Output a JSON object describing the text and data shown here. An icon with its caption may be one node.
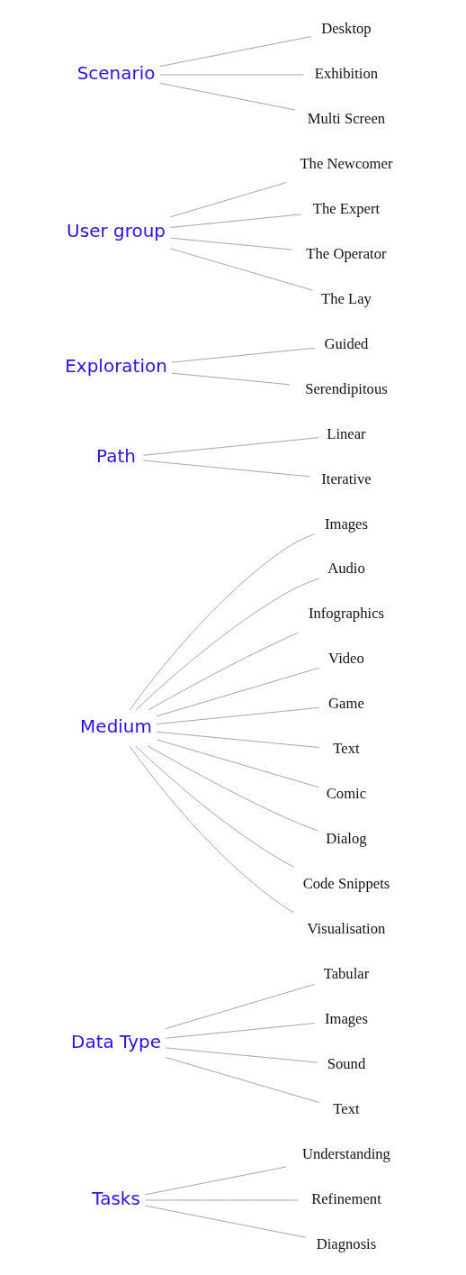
{
  "diagram": {
    "nodes": [
      {
        "text": [
          "Tasks"
        ]
      },
      {
        "text": [
          "Understanding"
        ]
      },
      {
        "text": [
          "Refinement"
        ]
      },
      {
        "text": [
          "Diagnosis"
        ]
      },
      {
        "text": [
          "Data Type"
        ]
      },
      {
        "text": [
          "Tabular"
        ]
      },
      {
        "text": [
          "Images"
        ]
      },
      {
        "text": [
          "Sound"
        ]
      },
      {
        "text": [
          "Text"
        ]
      },
      {
        "text": [
          "Medium"
        ]
      },
      {
        "text": [
          "Images"
        ]
      },
      {
        "text": [
          "Audio"
        ]
      },
      {
        "text": [
          "Infographics"
        ]
      },
      {
        "text": [
          "Video"
        ]
      },
      {
        "text": [
          "Game"
        ]
      },
      {
        "text": [
          "Text"
        ]
      },
      {
        "text": [
          "Comic"
        ]
      },
      {
        "text": [
          "Dialog"
        ]
      },
      {
        "text": [
          "Code Snippets"
        ]
      },
      {
        "text": [
          "Visualisation"
        ]
      },
      {
        "text": [
          "Path"
        ]
      },
      {
        "text": [
          "Linear"
        ]
      },
      {
        "text": [
          "Iterative"
        ]
      },
      {
        "text": [
          "Exploration"
        ]
      },
      {
        "text": [
          "Guided"
        ]
      },
      {
        "text": [
          "Serendipitous"
        ]
      },
      {
        "text": [
          "User group"
        ]
      },
      {
        "text": [
          "The Newcomer"
        ]
      },
      {
        "text": [
          "The Expert"
        ]
      },
      {
        "text": [
          "The Operator"
        ]
      },
      {
        "text": [
          "The Lay"
        ]
      },
      {
        "text": [
          "Scenario"
        ]
      },
      {
        "text": [
          "Desktop"
        ]
      },
      {
        "text": [
          "Exhibition"
        ]
      },
      {
        "text": [
          "Multi Screen"
        ]
      }
    ],
    "edges": [
      {
        "from": 0,
        "to": 1,
        "arrow": "none"
      },
      {
        "from": 0,
        "to": 2,
        "arrow": "none"
      },
      {
        "from": 0,
        "to": 3,
        "arrow": "none"
      },
      {
        "from": 4,
        "to": 5,
        "arrow": "none"
      },
      {
        "from": 4,
        "to": 6,
        "arrow": "none"
      },
      {
        "from": 4,
        "to": 7,
        "arrow": "none"
      },
      {
        "from": 4,
        "to": 8,
        "arrow": "none"
      },
      {
        "from": 9,
        "to": 10,
        "arrow": "none"
      },
      {
        "from": 9,
        "to": 11,
        "arrow": "none"
      },
      {
        "from": 9,
        "to": 12,
        "arrow": "none"
      },
      {
        "from": 9,
        "to": 13,
        "arrow": "none"
      },
      {
        "from": 9,
        "to": 14,
        "arrow": "none"
      },
      {
        "from": 9,
        "to": 15,
        "arrow": "none"
      },
      {
        "from": 9,
        "to": 16,
        "arrow": "none"
      },
      {
        "from": 9,
        "to": 17,
        "arrow": "none"
      },
      {
        "from": 9,
        "to": 18,
        "arrow": "none"
      },
      {
        "from": 9,
        "to": 19,
        "arrow": "none"
      },
      {
        "from": 20,
        "to": 21,
        "arrow": "none"
      },
      {
        "from": 20,
        "to": 22,
        "arrow": "none"
      },
      {
        "from": 23,
        "to": 24,
        "arrow": "none"
      },
      {
        "from": 23,
        "to": 25,
        "arrow": "none"
      },
      {
        "from": 26,
        "to": 27,
        "arrow": "none"
      },
      {
        "from": 26,
        "to": 28,
        "arrow": "none"
      },
      {
        "from": 26,
        "to": 29,
        "arrow": "none"
      },
      {
        "from": 26,
        "to": 30,
        "arrow": "none"
      },
      {
        "from": 31,
        "to": 32,
        "arrow": "none"
      },
      {
        "from": 31,
        "to": 33,
        "arrow": "none"
      },
      {
        "from": 31,
        "to": 34,
        "arrow": "none"
      }
    ]
  }
}
